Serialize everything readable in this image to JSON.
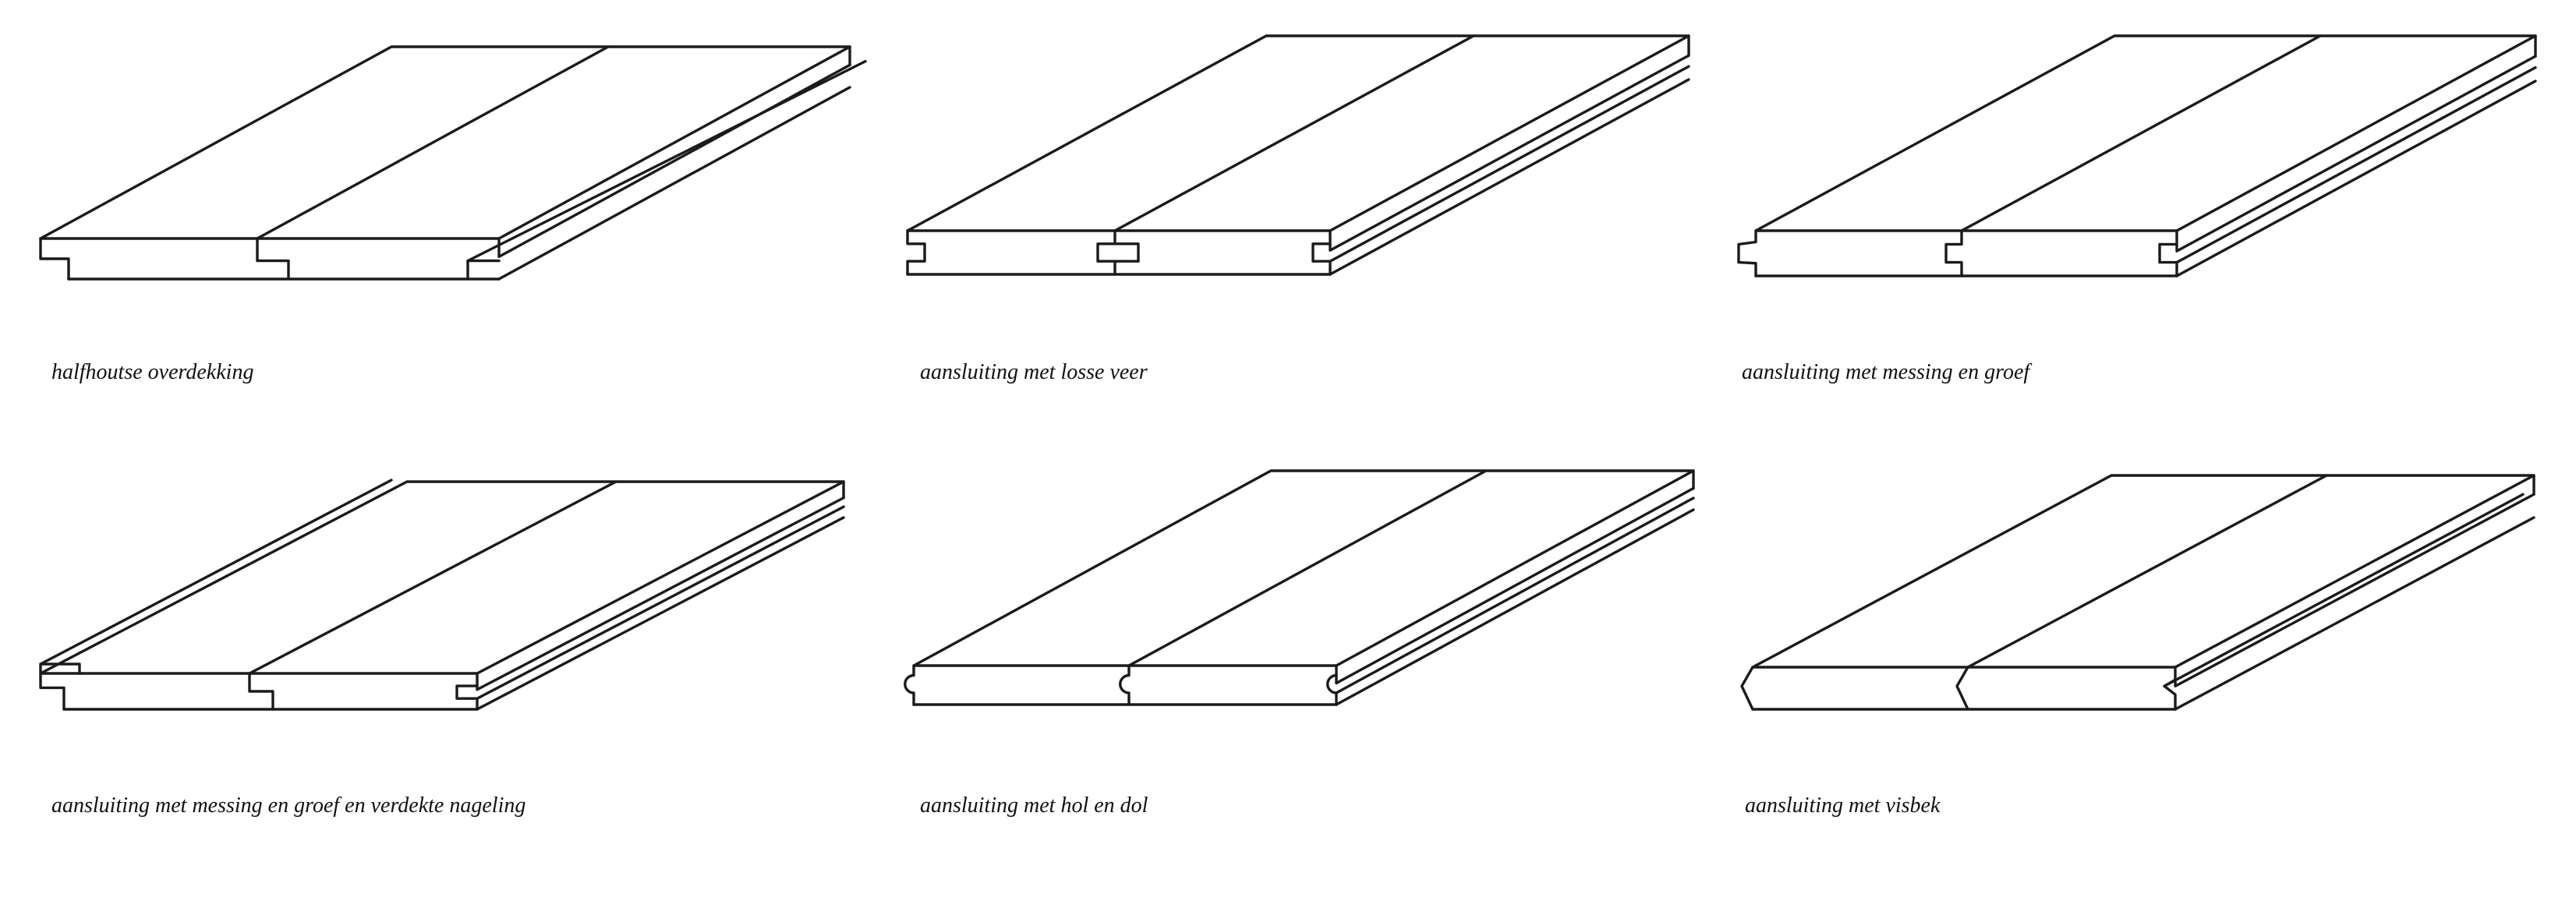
{
  "colors": {
    "ink": "#1b1b1b",
    "paper": "#ffffff"
  },
  "panels": [
    {
      "id": "halfhouts",
      "caption": "halfhoutse overdekking",
      "joint": "rebate"
    },
    {
      "id": "losse-veer",
      "caption": "aansluiting met losse veer",
      "joint": "loose-tongue"
    },
    {
      "id": "messing-groef",
      "caption": "aansluiting met messing en groef",
      "joint": "tongue-groove"
    },
    {
      "id": "messing-groef-nageling",
      "caption": "aansluiting met messing en groef en verdekte nageling",
      "joint": "tongue-groove-secret"
    },
    {
      "id": "hol-dol",
      "caption": "aansluiting met hol en dol",
      "joint": "round"
    },
    {
      "id": "visbek",
      "caption": "aansluiting met visbek",
      "joint": "vee"
    }
  ]
}
